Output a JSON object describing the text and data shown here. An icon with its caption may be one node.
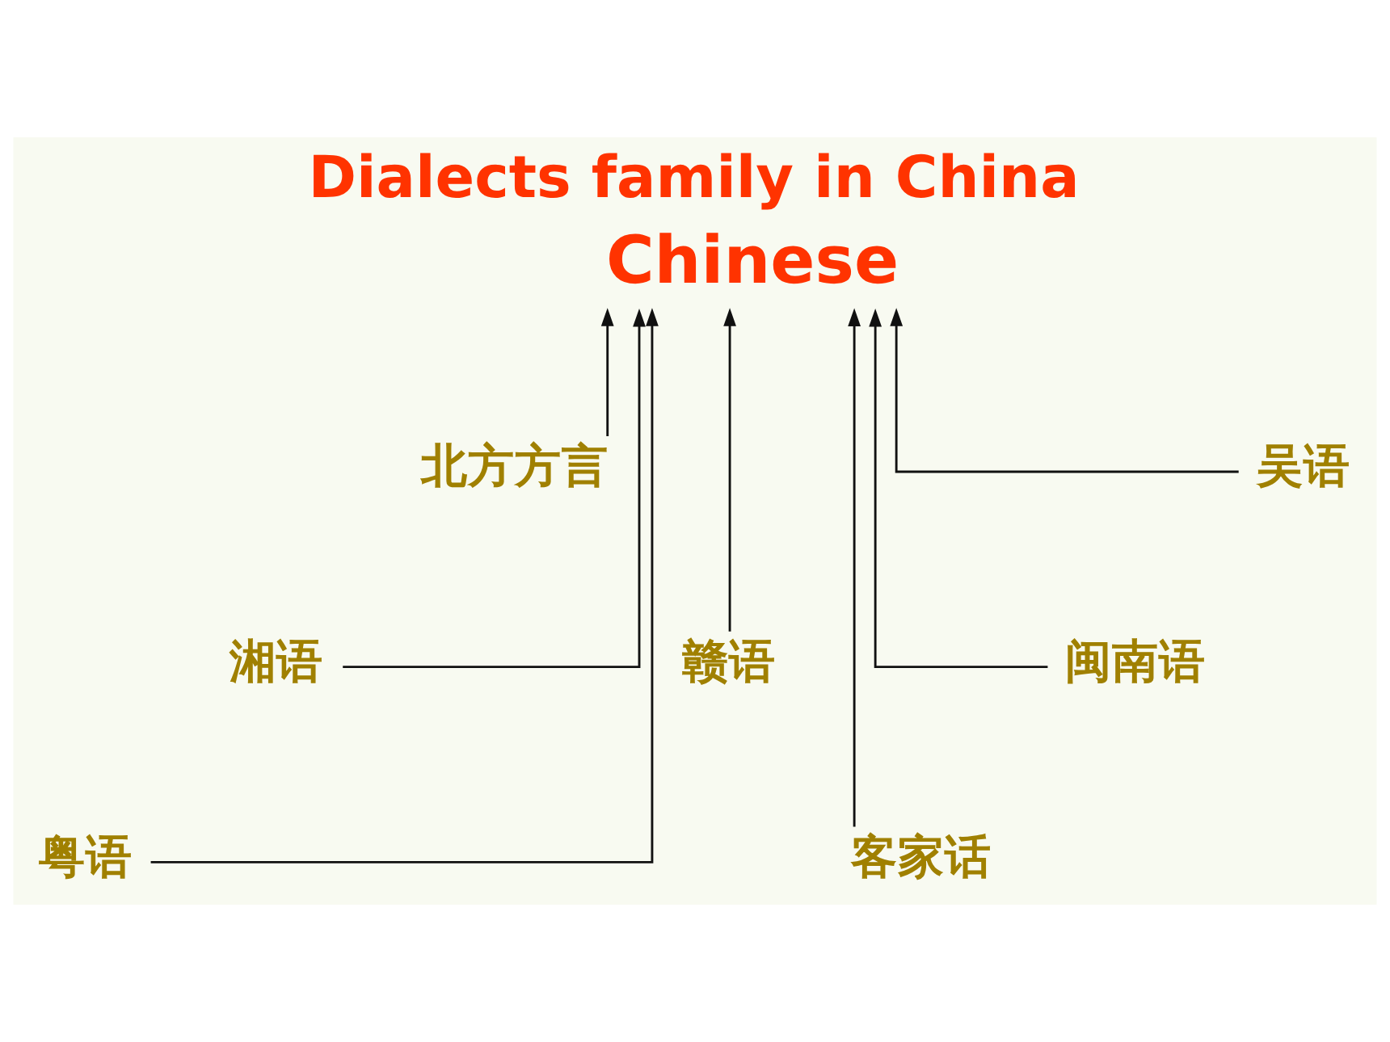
{
  "diagram": {
    "title": "Dialects family in China",
    "nodes": [
      {
        "text": [
          "Chinese"
        ]
      },
      {
        "text": [
          "北方方言"
        ]
      },
      {
        "text": [
          "吴语"
        ]
      },
      {
        "text": [
          "闽南语"
        ]
      },
      {
        "text": [
          "赣语"
        ]
      },
      {
        "text": [
          "湘语"
        ]
      },
      {
        "text": [
          "客家话"
        ]
      },
      {
        "text": [
          "粤语"
        ]
      }
    ],
    "edges": [
      {
        "from": 1,
        "to": 0,
        "arrow": "to"
      },
      {
        "from": 2,
        "to": 0,
        "arrow": "to"
      },
      {
        "from": 3,
        "to": 0,
        "arrow": "to"
      },
      {
        "from": 4,
        "to": 0,
        "arrow": "to"
      },
      {
        "from": 5,
        "to": 0,
        "arrow": "to"
      },
      {
        "from": 6,
        "to": 0,
        "arrow": "to"
      },
      {
        "from": 7,
        "to": 0,
        "arrow": "to"
      }
    ]
  }
}
